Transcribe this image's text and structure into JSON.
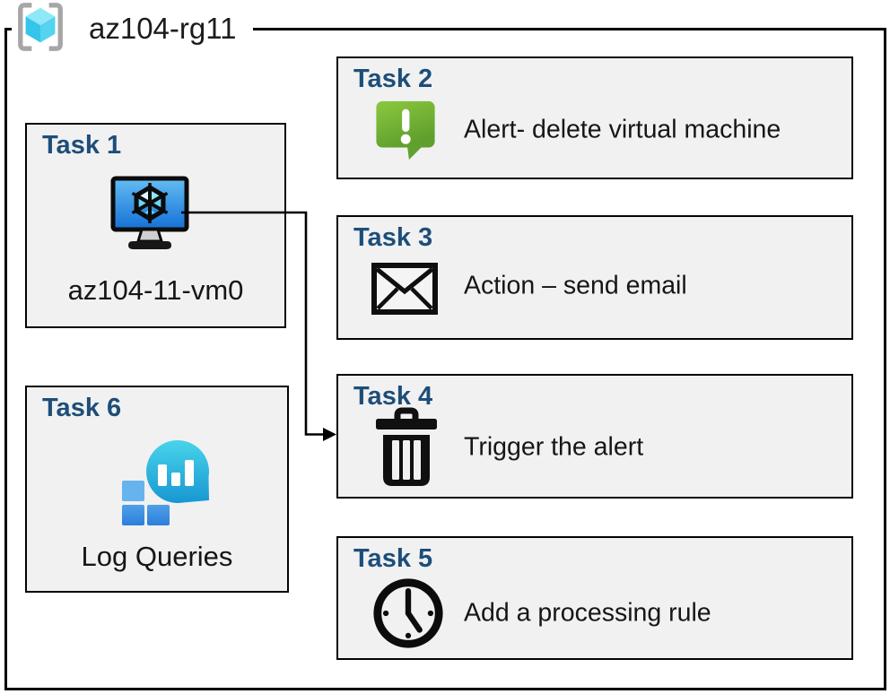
{
  "header": {
    "group_label": "az104-rg11",
    "icon": "resource-group-icon"
  },
  "tasks": [
    {
      "title": "Task 1",
      "label": "az104-11-vm0",
      "icon": "virtual-machine-icon"
    },
    {
      "title": "Task 2",
      "label": "Alert- delete virtual machine",
      "icon": "alert-message-icon"
    },
    {
      "title": "Task 3",
      "label": "Action – send email",
      "icon": "email-envelope-icon"
    },
    {
      "title": "Task 4",
      "label": "Trigger the alert",
      "icon": "trash-icon"
    },
    {
      "title": "Task 5",
      "label": "Add a processing rule",
      "icon": "clock-icon"
    },
    {
      "title": "Task 6",
      "label": "Log Queries",
      "icon": "log-queries-icon"
    }
  ],
  "connector": {
    "from": "Task 1",
    "to": "Task 4",
    "style": "elbow-arrow"
  },
  "colors": {
    "task_title_blue": "#1D4E79",
    "box_fill": "#F1F1F2",
    "border_black": "#000000",
    "alert_green_light": "#8CC83F",
    "alert_green_dark": "#5E9F2D",
    "vm_screen_blue_light": "#64BDF2",
    "vm_screen_blue_dark": "#1470D6",
    "log_teal_light": "#49D4EA",
    "log_teal_dark": "#1695D2",
    "square_blue": "#2F86DE",
    "rg_cube_cyan": "#53D4F0",
    "bracket_gray": "#A6A6A6"
  }
}
